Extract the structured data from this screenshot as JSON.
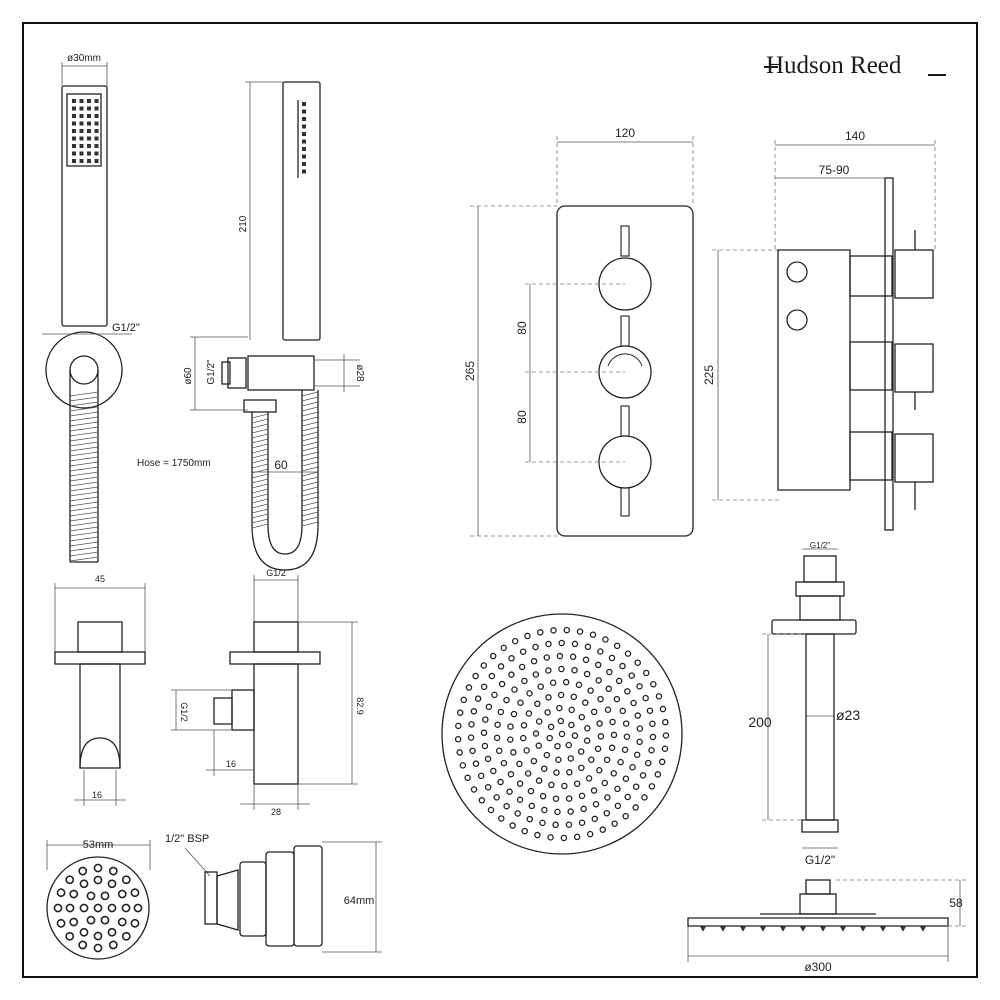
{
  "brand": {
    "name": "Hudson Reed"
  },
  "handset": {
    "diameter": "ø30mm",
    "length": "210",
    "thread": "G1/2\"",
    "bracket_diameter": "ø60",
    "outlet_thread": "G1/2\"",
    "outlet_diameter": "ø28",
    "projection": "60",
    "hose": "Hose = 1750mm"
  },
  "holder": {
    "width": "45",
    "slot": "16"
  },
  "elbow": {
    "top_thread": "G1/2",
    "side_thread": "G1/2",
    "height": "82.9",
    "inlet_length": "16",
    "base_width": "28"
  },
  "valve": {
    "plate_width": "120",
    "plate_height": "265",
    "handle_spacing_1": "80",
    "handle_spacing_2": "80",
    "body_height": "225",
    "total_depth": "140",
    "adjustable_depth": "75-90"
  },
  "body_jet": {
    "diameter": "53mm",
    "thread": "1/2\" BSP",
    "depth": "64mm"
  },
  "ceiling_arm": {
    "thread_top": "G1/2\"",
    "length": "200",
    "diameter": "ø23",
    "thread_bottom": "G1/2\""
  },
  "shower_head": {
    "diameter": "ø300",
    "height": "58"
  }
}
